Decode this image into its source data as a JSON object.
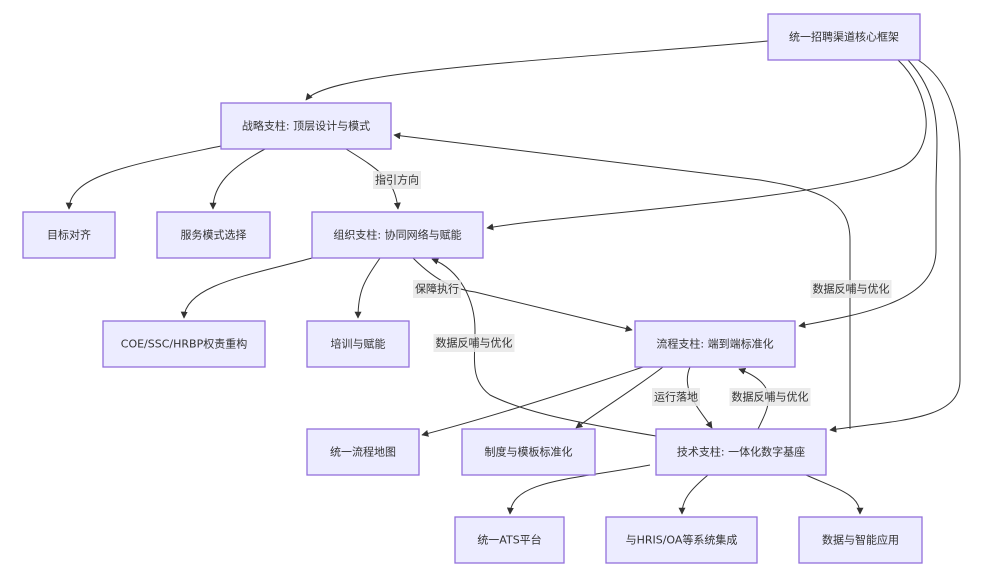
{
  "diagram": {
    "type": "flowchart",
    "colors": {
      "node_fill": "#ECECFF",
      "node_stroke": "#9370DB",
      "edge": "#333333",
      "label_bg": "#E8E8E8",
      "text": "#333333"
    },
    "nodes": [
      {
        "id": "root",
        "label": "统一招聘渠道核心框架"
      },
      {
        "id": "strategy",
        "label": "战略支柱: 顶层设计与模式"
      },
      {
        "id": "goal",
        "label": "目标对齐"
      },
      {
        "id": "service",
        "label": "服务模式选择"
      },
      {
        "id": "org",
        "label": "组织支柱: 协同网络与赋能"
      },
      {
        "id": "coe",
        "label": "COE/SSC/HRBP权责重构"
      },
      {
        "id": "training",
        "label": "培训与赋能"
      },
      {
        "id": "process",
        "label": "流程支柱: 端到端标准化"
      },
      {
        "id": "map",
        "label": "统一流程地图"
      },
      {
        "id": "policy",
        "label": "制度与模板标准化"
      },
      {
        "id": "tech",
        "label": "技术支柱: 一体化数字基座"
      },
      {
        "id": "ats",
        "label": "统一ATS平台"
      },
      {
        "id": "hris",
        "label": "与HRIS/OA等系统集成"
      },
      {
        "id": "data",
        "label": "数据与智能应用"
      }
    ],
    "edges": [
      {
        "from": "root",
        "to": "strategy",
        "label": ""
      },
      {
        "from": "root",
        "to": "org",
        "label": ""
      },
      {
        "from": "root",
        "to": "process",
        "label": ""
      },
      {
        "from": "root",
        "to": "tech",
        "label": ""
      },
      {
        "from": "strategy",
        "to": "goal",
        "label": ""
      },
      {
        "from": "strategy",
        "to": "service",
        "label": ""
      },
      {
        "from": "strategy",
        "to": "org",
        "label": "指引方向"
      },
      {
        "from": "org",
        "to": "coe",
        "label": ""
      },
      {
        "from": "org",
        "to": "training",
        "label": ""
      },
      {
        "from": "org",
        "to": "process",
        "label": "保障执行"
      },
      {
        "from": "process",
        "to": "map",
        "label": ""
      },
      {
        "from": "process",
        "to": "policy",
        "label": ""
      },
      {
        "from": "process",
        "to": "tech",
        "label": "运行落地"
      },
      {
        "from": "tech",
        "to": "ats",
        "label": ""
      },
      {
        "from": "tech",
        "to": "hris",
        "label": ""
      },
      {
        "from": "tech",
        "to": "data",
        "label": ""
      },
      {
        "from": "tech",
        "to": "strategy",
        "label": "数据反哺与优化"
      },
      {
        "from": "tech",
        "to": "org",
        "label": "数据反哺与优化"
      },
      {
        "from": "tech",
        "to": "process",
        "label": "数据反哺与优化"
      }
    ]
  }
}
